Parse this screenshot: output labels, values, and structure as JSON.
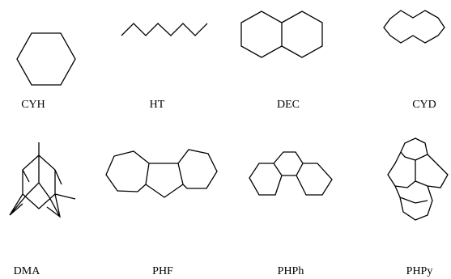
{
  "molecules": [
    {
      "id": "cyh",
      "label": "CYH"
    },
    {
      "id": "ht",
      "label": "HT"
    },
    {
      "id": "dec",
      "label": "DEC"
    },
    {
      "id": "cyd",
      "label": "CYD"
    },
    {
      "id": "dma",
      "label": "DMA"
    },
    {
      "id": "phf",
      "label": "PHF"
    },
    {
      "id": "phph",
      "label": "PHPh"
    },
    {
      "id": "phpy",
      "label": "PHPy"
    }
  ],
  "colors": {
    "stroke": "#000000",
    "background": "#ffffff"
  }
}
